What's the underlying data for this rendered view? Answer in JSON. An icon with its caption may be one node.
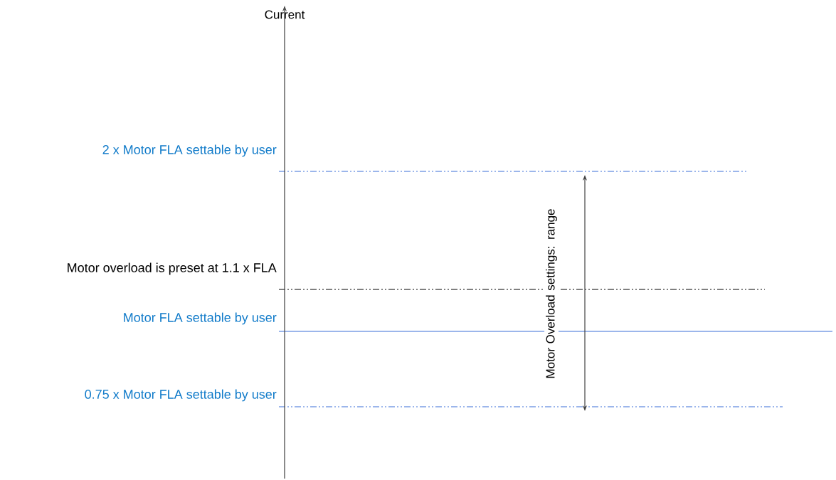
{
  "diagram": {
    "labels": [
      "Current",
      "2 x Motor FLA settable by user",
      "Motor overload is preset at 1.1 x FLA",
      "Motor FLA settable by user",
      "0.75 x Motor FLA settable by user",
      "Motor Overload settings: range"
    ]
  }
}
